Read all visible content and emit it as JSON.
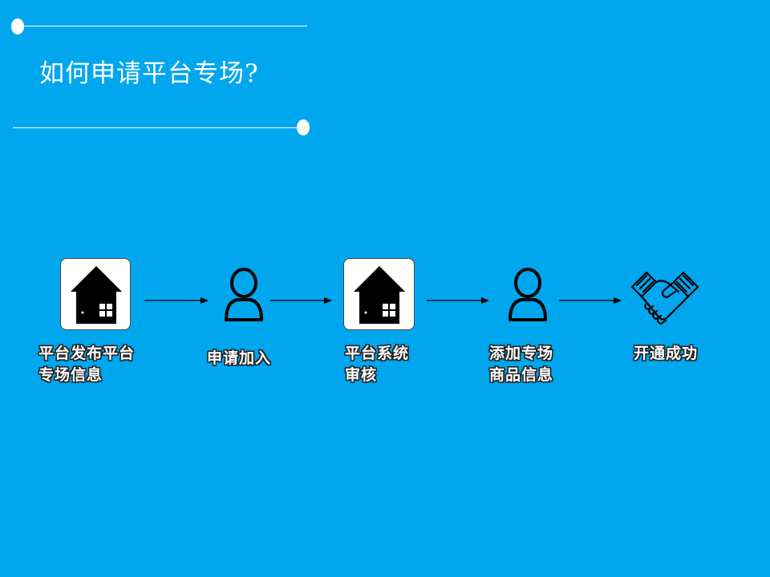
{
  "title": "如何申请平台专场?",
  "colors": {
    "background": "#00A6EE",
    "foreground": "#FFFFFF",
    "icon": "#000000"
  },
  "steps": [
    {
      "icon": "house-icon",
      "lines": [
        "平台发布平台",
        "专场信息"
      ]
    },
    {
      "icon": "person-icon",
      "lines": [
        "申请加入"
      ]
    },
    {
      "icon": "house-icon",
      "lines": [
        "平台系统",
        "审核"
      ]
    },
    {
      "icon": "person-icon",
      "lines": [
        "添加专场",
        "商品信息"
      ]
    },
    {
      "icon": "handshake-icon",
      "lines": [
        "开通成功"
      ]
    }
  ]
}
